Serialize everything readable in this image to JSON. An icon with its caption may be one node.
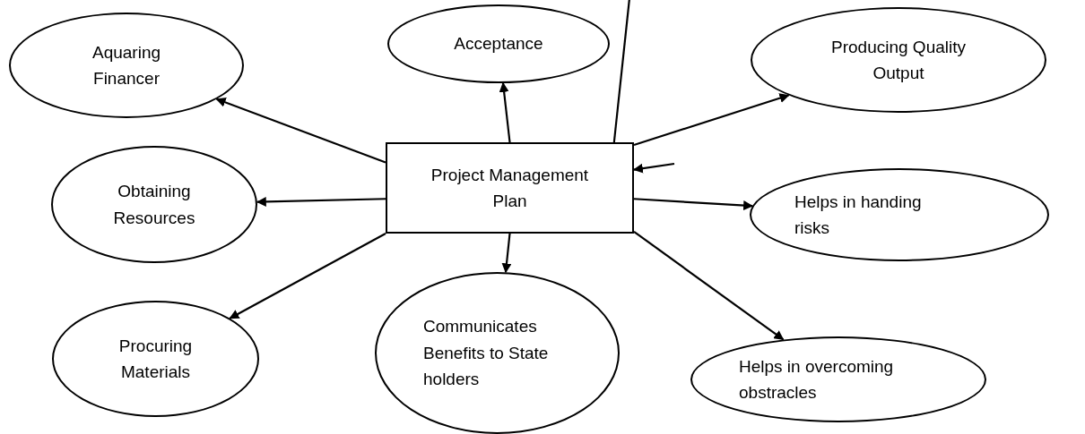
{
  "diagram": {
    "nodes": [
      {
        "text": [
          "Project Management Plan"
        ]
      },
      {
        "text": [
          "Aquaring Financer"
        ]
      },
      {
        "text": [
          "Acceptance"
        ]
      },
      {
        "text": [
          "Producing Quality Output"
        ]
      },
      {
        "text": [
          "Obtaining Resources"
        ]
      },
      {
        "text": [
          "Helps in handing risks"
        ]
      },
      {
        "text": [
          "Procuring Materials"
        ]
      },
      {
        "text": [
          "Communicates Benefits to State holders"
        ]
      },
      {
        "text": [
          "Helps in overcoming obstracles"
        ]
      }
    ],
    "edges": [
      {
        "from": 0,
        "to": 1,
        "arrow": "to"
      },
      {
        "from": 0,
        "to": 2,
        "arrow": "to"
      },
      {
        "from": 0,
        "to": 3,
        "arrow": "to"
      },
      {
        "from": 0,
        "to": 4,
        "arrow": "to"
      },
      {
        "from": 0,
        "to": 5,
        "arrow": "to"
      },
      {
        "from": 0,
        "to": 6,
        "arrow": "to"
      },
      {
        "from": 0,
        "to": 7,
        "arrow": "to"
      },
      {
        "from": 0,
        "to": 8,
        "arrow": "to"
      },
      {
        "from": 0,
        "to": null,
        "arrow": "none"
      },
      {
        "from": null,
        "to": 0,
        "arrow": "to"
      }
    ]
  }
}
